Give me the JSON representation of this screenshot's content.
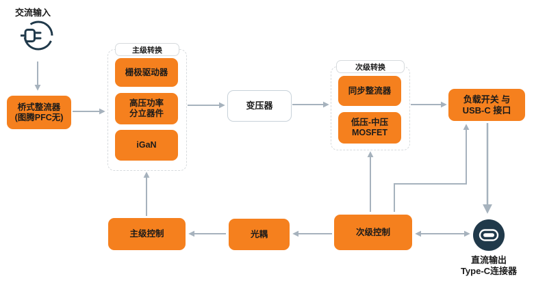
{
  "colors": {
    "orange": "#F5801E",
    "navy": "#20394A",
    "arrow": "#A6B2BD",
    "line_gray": "#D6DADD",
    "box_border": "#C7D1D9",
    "text": "#1A1A1A"
  },
  "nodes": {
    "ac_input": {
      "label": "交流输入",
      "icon": "ac-plug-icon"
    },
    "bridge_rectifier": {
      "line1": "桥式整流器",
      "line2": "(图腾PFC无)"
    },
    "primary_group": {
      "title": "主级转换",
      "gate_driver": "栅极驱动器",
      "hv_power_line1": "高压功率",
      "hv_power_line2": "分立器件",
      "igan": "iGaN"
    },
    "transformer": {
      "label": "变压器"
    },
    "secondary_group": {
      "title": "次级转换",
      "sync_rectifier": "同步整流器",
      "mosfet_line1": "低压-中压",
      "mosfet_line2": "MOSFET"
    },
    "load_switch": {
      "line1": "负载开关 与",
      "line2": "USB-C 接口"
    },
    "primary_control": {
      "label": "主级控制"
    },
    "optocoupler": {
      "label": "光耦"
    },
    "secondary_control": {
      "label": "次级控制"
    },
    "dc_output": {
      "line1": "直流输出",
      "line2": "Type-C连接器",
      "icon": "usb-c-icon"
    }
  }
}
